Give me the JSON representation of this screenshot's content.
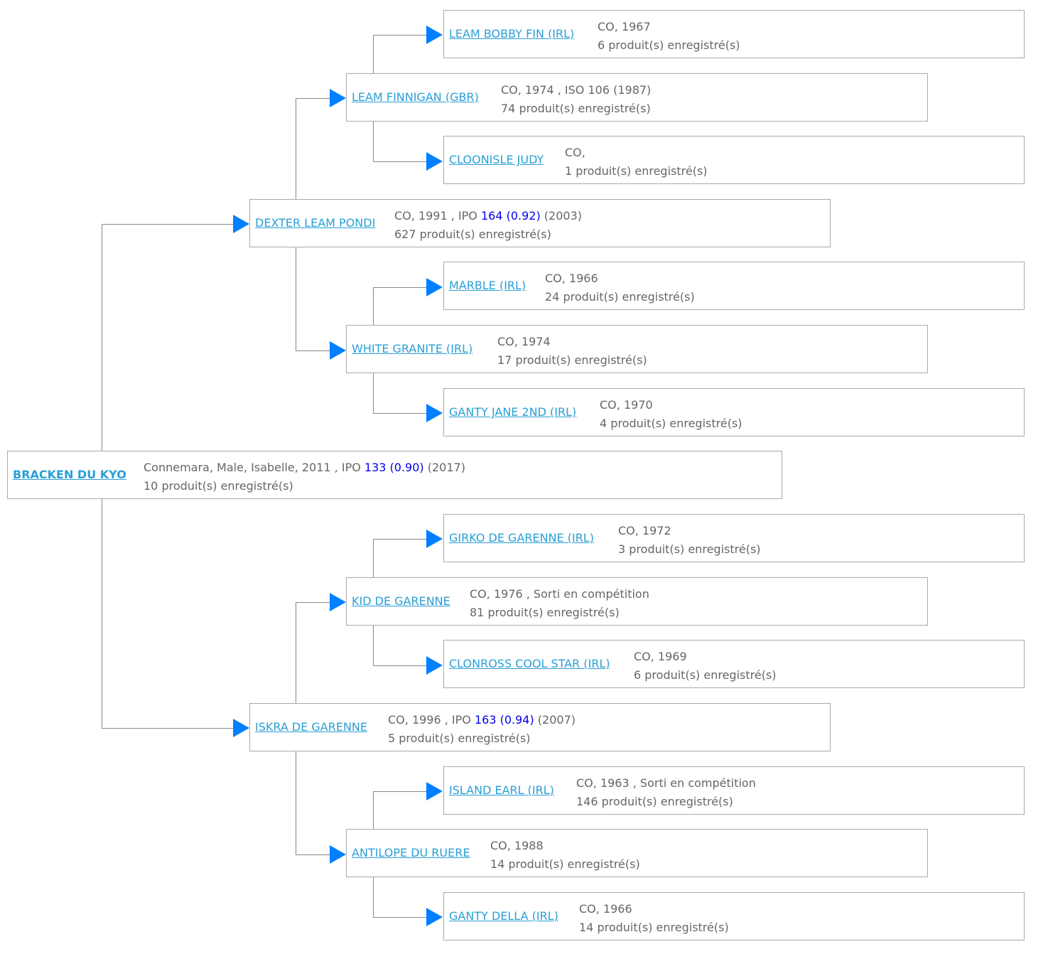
{
  "pedigree": {
    "root": {
      "name": "BRACKEN DU KYO",
      "info": "Connemara, Male, Isabelle, 2011 , IPO ",
      "index": "133",
      "coef": "(0.90)",
      "year": " (2017)",
      "products": "10 produit(s) enregistré(s)"
    },
    "sire": {
      "name": "DEXTER LEAM PONDI",
      "info": "CO, 1991 , IPO ",
      "index": "164",
      "coef": "(0.92)",
      "year": " (2003)",
      "products": "627 produit(s) enregistré(s)"
    },
    "sire_sire": {
      "name": "LEAM FINNIGAN (GBR)",
      "info": "CO, 1974 , ISO 106 (1987)",
      "products": "74 produit(s) enregistré(s)"
    },
    "sire_sire_sire": {
      "name": "LEAM BOBBY FIN (IRL)",
      "info": "CO, 1967",
      "products": "6 produit(s) enregistré(s)"
    },
    "sire_sire_dam": {
      "name": "CLOONISLE JUDY",
      "info": "CO,",
      "products": "1 produit(s) enregistré(s)"
    },
    "sire_dam": {
      "name": "WHITE GRANITE (IRL)",
      "info": "CO, 1974",
      "products": "17 produit(s) enregistré(s)"
    },
    "sire_dam_sire": {
      "name": "MARBLE (IRL)",
      "info": "CO, 1966",
      "products": "24 produit(s) enregistré(s)"
    },
    "sire_dam_dam": {
      "name": "GANTY JANE 2ND (IRL)",
      "info": "CO, 1970",
      "products": "4 produit(s) enregistré(s)"
    },
    "dam": {
      "name": "ISKRA DE GARENNE",
      "info": "CO, 1996 , IPO ",
      "index": "163",
      "coef": "(0.94)",
      "year": " (2007)",
      "products": "5 produit(s) enregistré(s)"
    },
    "dam_sire": {
      "name": "KID DE GARENNE",
      "info": "CO, 1976 , Sorti en compétition",
      "products": "81 produit(s) enregistré(s)"
    },
    "dam_sire_sire": {
      "name": "GIRKO DE GARENNE (IRL)",
      "info": "CO, 1972",
      "products": "3 produit(s) enregistré(s)"
    },
    "dam_sire_dam": {
      "name": "CLONROSS COOL STAR (IRL)",
      "info": "CO, 1969",
      "products": "6 produit(s) enregistré(s)"
    },
    "dam_dam": {
      "name": "ANTILOPE DU RUERE",
      "info": "CO, 1988",
      "products": "14 produit(s) enregistré(s)"
    },
    "dam_dam_sire": {
      "name": "ISLAND EARL (IRL)",
      "info": "CO, 1963 , Sorti en compétition",
      "products": "146 produit(s) enregistré(s)"
    },
    "dam_dam_dam": {
      "name": "GANTY DELLA (IRL)",
      "info": "CO, 1966",
      "products": "14 produit(s) enregistré(s)"
    }
  },
  "colors": {
    "link": "#2a9fd6",
    "arrow": "#0080ff",
    "index": "#0000ee",
    "text": "#666666",
    "border": "#a9a9a9"
  },
  "icons": {
    "arrow": "arrow-right-icon"
  }
}
